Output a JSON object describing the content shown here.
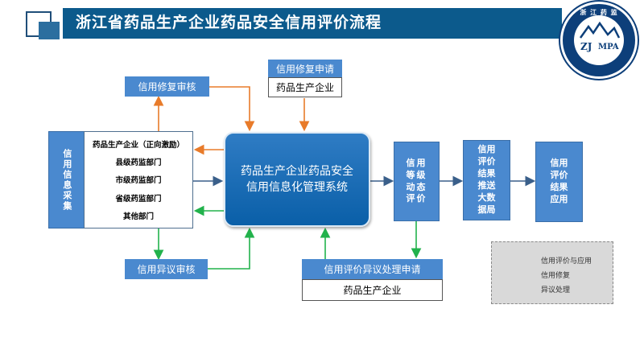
{
  "header": {
    "title": "浙江省药品生产企业药品安全信用评价流程"
  },
  "logo": {
    "top_text": "浙 江 药 监",
    "zj": "ZJ",
    "mpa": "MPA"
  },
  "collection": {
    "label": "信用信息采集"
  },
  "departments": [
    "药品生产企业（正向激励）",
    "县级药监部门",
    "市级药监部门",
    "省级药监部门",
    "其他部门"
  ],
  "repair_review": {
    "label": "信用修复审核"
  },
  "repair_request": {
    "label": "信用修复申请",
    "entity": "药品生产企业"
  },
  "objection_review": {
    "label": "信用异议审核"
  },
  "objection_request": {
    "label": "信用评价异议处理申请",
    "entity": "药品生产企业"
  },
  "system": {
    "line1": "药品生产企业药品安全",
    "line2": "信用信息化管理系统"
  },
  "steps": [
    {
      "label": "信用等级动态评价"
    },
    {
      "label": "信用评价结果推送大数据局"
    },
    {
      "label": "信用评价结果应用"
    }
  ],
  "legend": {
    "items": [
      {
        "label": "信用评价与应用",
        "color": "#3a5f8a"
      },
      {
        "label": "信用修复",
        "color": "#e87b2a"
      },
      {
        "label": "异议处理",
        "color": "#22b24c"
      }
    ]
  }
}
